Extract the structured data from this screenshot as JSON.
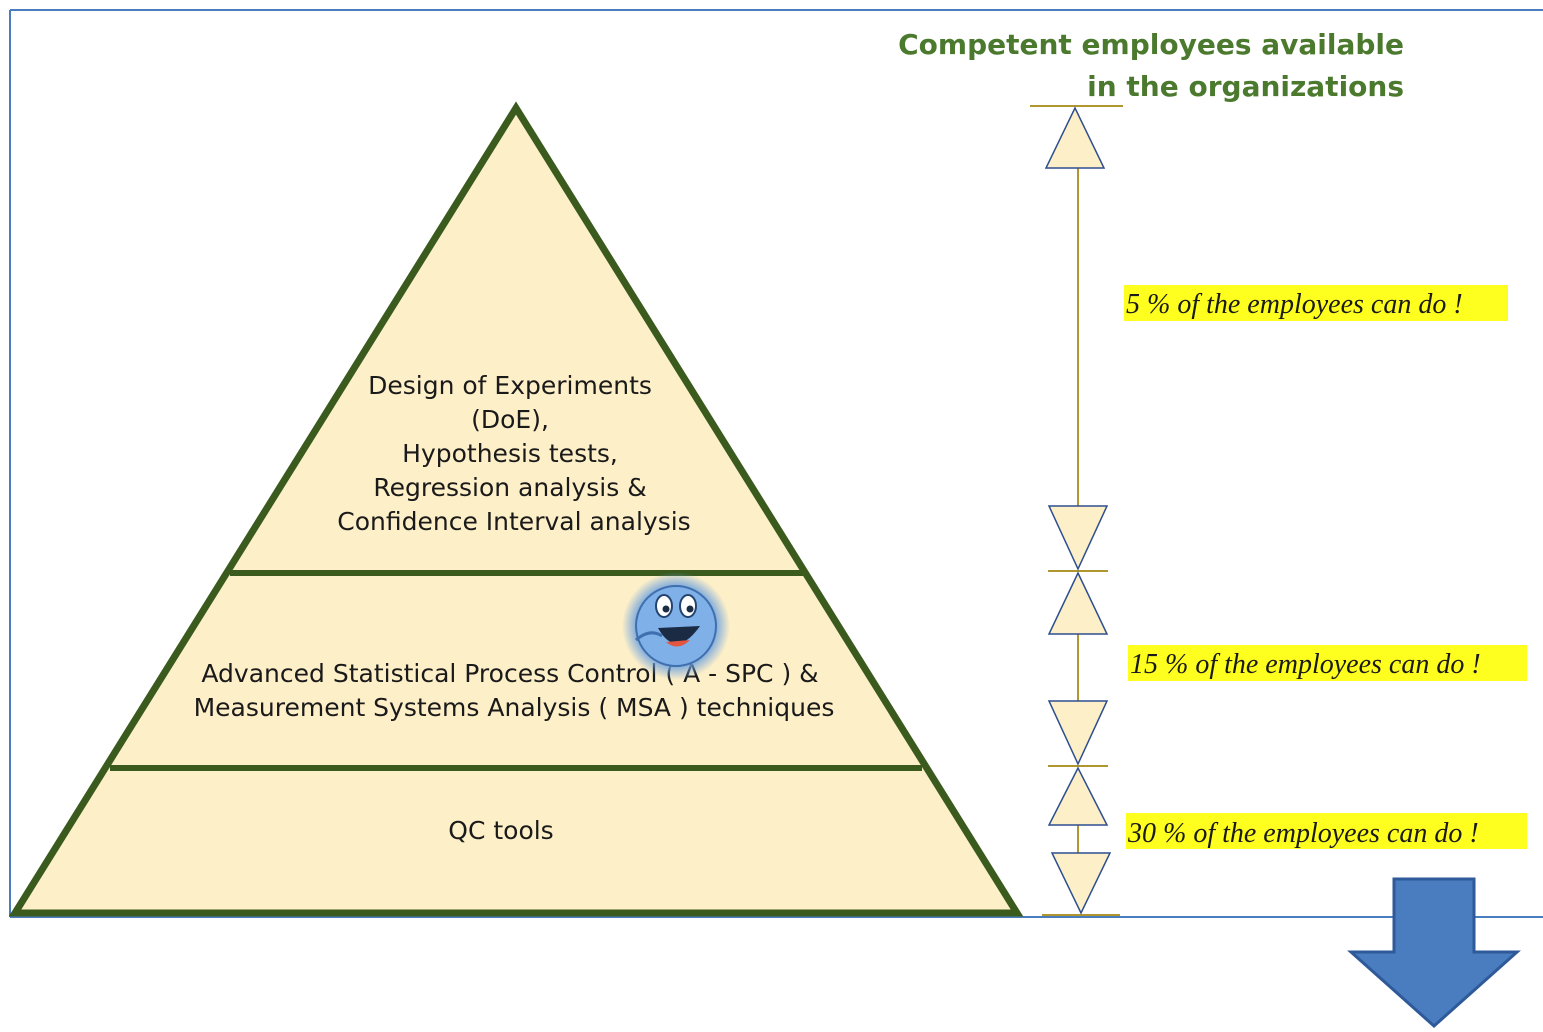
{
  "title": {
    "line1": "Competent employees available",
    "line2": "in the organizations"
  },
  "pyramid": {
    "tiers": [
      {
        "name": "top",
        "lines": [
          "Design of Experiments",
          "(DoE),",
          "Hypothesis tests,",
          "Regression analysis &",
          "Confidence Interval analysis"
        ]
      },
      {
        "name": "middle",
        "lines": [
          "Advanced Statistical Process Control ( A - SPC ) &",
          "Measurement Systems Analysis ( MSA ) techniques"
        ]
      },
      {
        "name": "bottom",
        "lines": [
          "QC tools"
        ]
      }
    ],
    "fill_color": "#fdefc8",
    "border_color": "#3a5a1e"
  },
  "percent_labels": {
    "top": "5 % of the employees can do !",
    "middle": "15 % of the employees can do !",
    "bottom": "30 % of the employees can do !",
    "highlight_color": "#ffff1f"
  },
  "icons": {
    "mascot": "smiley-face-icon",
    "arrow": "down-arrow-icon"
  },
  "colors": {
    "frame_line": "#4a7cc0",
    "dimension_line": "#b0962e",
    "arrow_fill": "#4a7cc0"
  }
}
